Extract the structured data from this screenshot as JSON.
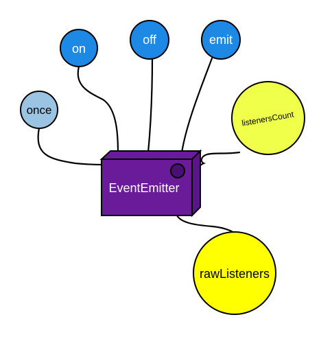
{
  "diagram": {
    "center": {
      "label": "EventEmitter",
      "fill": "#6a1b9a",
      "front_edge": "#000000"
    },
    "nodes": [
      {
        "id": "on",
        "label": "on",
        "fill": "#1e88e5",
        "text_color": "#ffffff"
      },
      {
        "id": "off",
        "label": "off",
        "fill": "#1e88e5",
        "text_color": "#ffffff"
      },
      {
        "id": "emit",
        "label": "emit",
        "fill": "#1e88e5",
        "text_color": "#ffffff"
      },
      {
        "id": "once",
        "label": "once",
        "fill": "#9ac4e2",
        "text_color": "#000000"
      },
      {
        "id": "listenersCount",
        "label": "listenersCount",
        "fill": "#f0ff4a",
        "text_color": "#000000"
      },
      {
        "id": "rawListeners",
        "label": "rawListeners",
        "fill": "#ffff00",
        "text_color": "#000000"
      }
    ],
    "edges": [
      {
        "from": "EventEmitter",
        "to": "on"
      },
      {
        "from": "EventEmitter",
        "to": "off"
      },
      {
        "from": "EventEmitter",
        "to": "emit"
      },
      {
        "from": "EventEmitter",
        "to": "once"
      },
      {
        "from": "EventEmitter",
        "to": "listenersCount"
      },
      {
        "from": "EventEmitter",
        "to": "rawListeners"
      }
    ]
  }
}
